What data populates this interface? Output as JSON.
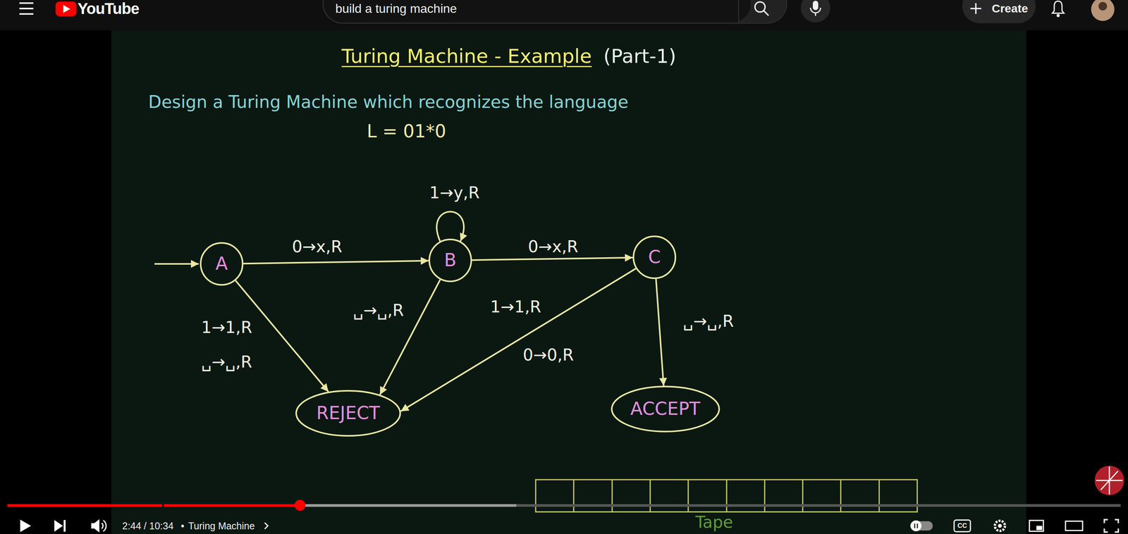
{
  "diagram": {
    "title": "Turing Machine - Example",
    "nodes": [
      {
        "text": [
          "A"
        ]
      },
      {
        "text": [
          "B"
        ]
      },
      {
        "text": [
          "C"
        ]
      },
      {
        "text": [
          "REJECT"
        ]
      },
      {
        "text": [
          "ACCEPT"
        ]
      }
    ],
    "edges": [
      {
        "from": 0,
        "to": 1,
        "arrow": "to",
        "label": "0→x,R"
      },
      {
        "from": 1,
        "to": 1,
        "arrow": "to",
        "label": "1→y,R"
      },
      {
        "from": 1,
        "to": 2,
        "arrow": "to",
        "label": "0→x,R"
      },
      {
        "from": 0,
        "to": 3,
        "arrow": "to",
        "label": "1→1,R ␣→␣,R"
      },
      {
        "from": 1,
        "to": 3,
        "arrow": "to",
        "label": "␣→␣,R"
      },
      {
        "from": 2,
        "to": 3,
        "arrow": "to",
        "label": "1→1,R 0→0,R"
      },
      {
        "from": 2,
        "to": 4,
        "arrow": "to",
        "label": "␣→␣,R"
      }
    ],
    "labels": [
      "(Part-1)",
      "Design a Turing Machine which recognizes the language",
      "L = 01*0",
      "YouTube",
      "build a turing machine",
      "Create",
      "2:44 / 10:34",
      "•",
      "Turing Machine",
      "CC",
      "Tape"
    ]
  }
}
